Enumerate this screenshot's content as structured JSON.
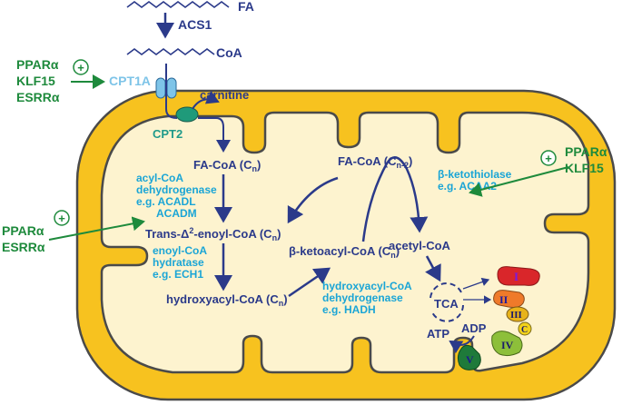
{
  "colors": {
    "outer_membrane": "#f7c21f",
    "outline": "#4a4a4a",
    "matrix": "#fdf3cf",
    "pathway": "#2b3a8a",
    "enzyme": "#1aa5d6",
    "regulator": "#1e8a3c",
    "complex_I": "#d9262a",
    "complex_II": "#ef7a2a",
    "complex_III": "#e8b31a",
    "complex_C": "#f2d21a",
    "complex_IV": "#8dbf3a",
    "complex_V": "#1e7a3a"
  },
  "icons": {
    "cpt1_transporter": "pore-icon",
    "cpt2_transporter": "oval-icon",
    "activation": "circled-plus-icon"
  },
  "labels": {
    "fa": "FA",
    "acs1": "ACS1",
    "coa": "CoA",
    "cpt1a": "CPT1A",
    "carnitine": "carnitine",
    "cpt2": "CPT2",
    "reg_top_left": [
      "PPARα",
      "KLF15",
      "ESRRα"
    ],
    "reg_right": [
      "PPARα",
      "KLF15"
    ],
    "reg_left": [
      "PPARα",
      "ESRRα"
    ],
    "plus": "+",
    "fa_coa_cn": "FA-CoA (C",
    "fa_coa_cn_sub": "n",
    "fa_coa_cn2": "FA-CoA (C",
    "fa_coa_cn2_sub": "n-2",
    "trans_enoyl": "Trans-Δ",
    "trans_enoyl_sup": "2",
    "trans_enoyl_rest": "-enoyl-CoA (C",
    "trans_enoyl_sub": "n",
    "hydroxyacyl": "hydroxyacyl-CoA (C",
    "hydroxyacyl_sub": "n",
    "ketoacyl": "β-ketoacyl-CoA (C",
    "ketoacyl_sub": "n",
    "close_paren": ")",
    "acetyl_coa": "acetyl-CoA",
    "acyl_dehydrogenase": [
      "acyl-CoA",
      "dehydrogenase",
      "e.g. ACADL",
      "ACADM"
    ],
    "enoyl_hydratase": [
      "enoyl-CoA",
      "hydratase",
      "e.g. ECH1"
    ],
    "hydroxy_dehydrogenase": [
      "hydroxyacyl-CoA",
      "dehydrogenase",
      "e.g. HADH"
    ],
    "ketothiolase": [
      "β-ketothiolase",
      "e.g. ACAA2"
    ],
    "tca": "TCA",
    "adp": "ADP",
    "atp": "ATP",
    "complex_I": "I",
    "complex_II": "II",
    "complex_III": "III",
    "complex_C": "C",
    "complex_IV": "IV",
    "complex_V": "V"
  }
}
